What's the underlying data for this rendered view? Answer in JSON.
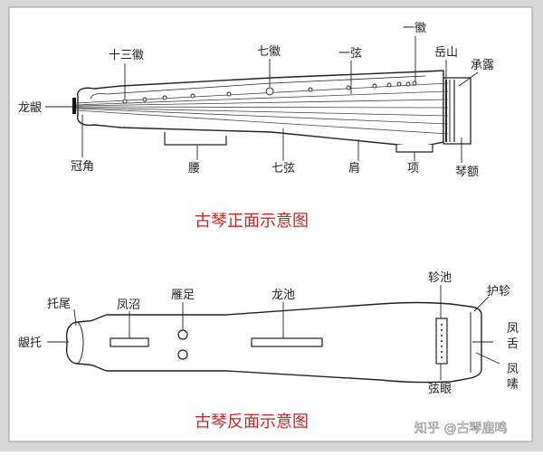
{
  "front": {
    "title": "古琴正面示意图",
    "labels": {
      "shisanhui": "十三徽",
      "qihui": "七徽",
      "yixian": "一弦",
      "yihui": "一徽",
      "yueshan": "岳山",
      "chenglu": "承露",
      "longyin": "龙龈",
      "guanjiao": "冠角",
      "yao": "腰",
      "qixian": "七弦",
      "jian": "肩",
      "xiang": "项",
      "qine": "琴额"
    }
  },
  "back": {
    "title": "古琴反面示意图",
    "labels": {
      "tuowei": "托尾",
      "fengzhao": "凤沼",
      "yanzu": "雁足",
      "longchi": "龙池",
      "zhenchi": "轸池",
      "huzhen": "护轸",
      "yintuo": "龈托",
      "fengshe": "凤舌",
      "fengse": "凤嗉",
      "xianyan": "弦眼"
    }
  },
  "watermark": "知乎 @古琴鹿鸣"
}
